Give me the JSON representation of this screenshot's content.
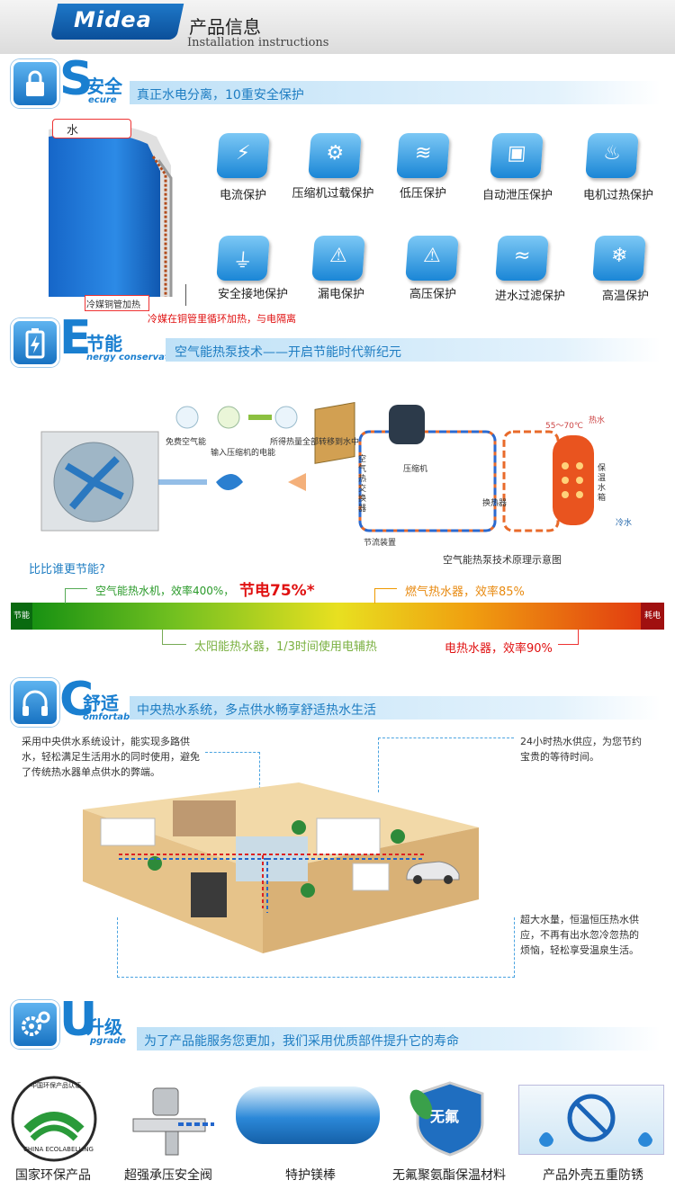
{
  "header": {
    "brand": "Midea",
    "title": "产品信息",
    "subtitle": "Installation instructions"
  },
  "safety": {
    "cn": "安全",
    "letter": "S",
    "en_rest": "ecure",
    "banner": "真正水电分离，10重安全保护",
    "tank_water_label": "水",
    "tank_coil_label": "冷媒铜管加热",
    "tank_note": "冷媒在铜管里循环加热，与电隔离",
    "protections": [
      {
        "label": "电流保护",
        "icon": "current-icon"
      },
      {
        "label": "压缩机过载保护",
        "icon": "compressor-icon"
      },
      {
        "label": "低压保护",
        "icon": "low-pressure-icon"
      },
      {
        "label": "自动泄压保护",
        "icon": "auto-relief-icon"
      },
      {
        "label": "电机过热保护",
        "icon": "motor-heat-icon"
      },
      {
        "label": "安全接地保护",
        "icon": "ground-icon"
      },
      {
        "label": "漏电保护",
        "icon": "leakage-icon"
      },
      {
        "label": "高压保护",
        "icon": "high-pressure-icon"
      },
      {
        "label": "进水过滤保护",
        "icon": "filter-icon"
      },
      {
        "label": "高温保护",
        "icon": "high-temp-icon"
      }
    ]
  },
  "energy": {
    "cn": "节能",
    "letter": "E",
    "en_rest": "nergy conservation",
    "banner": "空气能热泵技术——开启节能时代新纪元",
    "diagram": {
      "free_air": "免费空气能",
      "input_power": "输入压缩机的电能",
      "all_heat": "所得热量全部转移到水中",
      "exchanger": "空气热交换器",
      "compressor": "压缩机",
      "heat_exchanger": "换热器",
      "throttle": "节流装置",
      "tank": "保温水箱",
      "hot_water": "热水",
      "cold_water": "冷水",
      "temp": "55～70℃",
      "caption": "空气能热泵技术原理示意图"
    },
    "compare_title": "比比谁更节能?",
    "save_end": "节能",
    "cost_end": "耗电",
    "air_heater": "空气能热水机，效率400%，",
    "save_pct": "节电75%*",
    "gas_heater": "燃气热水器，效率85%",
    "solar_heater": "太阳能热水器，1/3时间使用电辅热",
    "electric_heater": "电热水器，效率90%"
  },
  "comfort": {
    "cn": "舒适",
    "letter": "C",
    "en_rest": "omfortable",
    "banner": "中央热水系统，多点供水畅享舒适热水生活",
    "note_left": "采用中央供水系统设计，能实现多路供水，轻松满足生活用水的同时使用，避免了传统热水器单点供水的弊端。",
    "note_right": "24小时热水供应，为您节约宝贵的等待时间。",
    "note_bottom": "超大水量，恒温恒压热水供应，不再有出水忽冷忽热的烦恼，轻松享受温泉生活。"
  },
  "upgrade": {
    "cn": "升级",
    "letter": "U",
    "en_rest": "pgrade",
    "banner": "为了产品能服务您更加，我们采用优质部件提升它的寿命",
    "eco_ring": "中国环保产品认证",
    "eco_bottom": "CHINA ECOLABELLING",
    "nofluor_badge": "无氟",
    "features": [
      {
        "label": "国家环保产品"
      },
      {
        "label": "超强承压安全阀"
      },
      {
        "label": "特护镁棒"
      },
      {
        "label": "无氟聚氨酯保温材料"
      },
      {
        "label": "产品外壳五重防锈"
      }
    ]
  }
}
